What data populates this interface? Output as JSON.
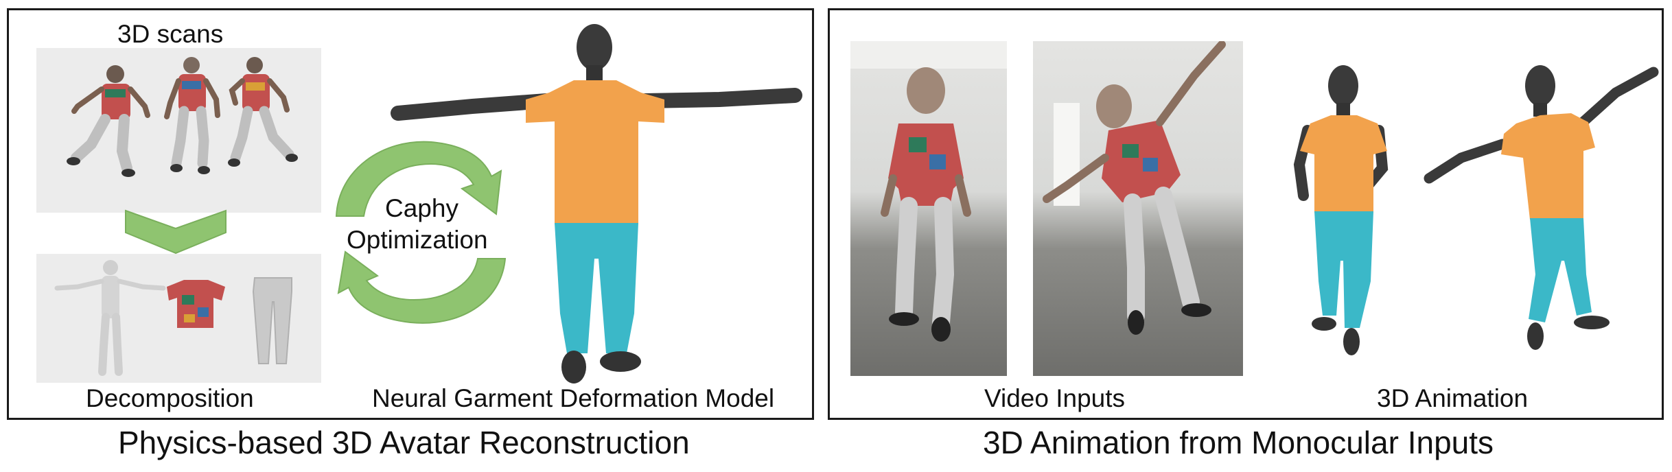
{
  "left_panel": {
    "scans_label": "3D scans",
    "decomposition_label": "Decomposition",
    "optimization_label_line1": "Caphy",
    "optimization_label_line2": "Optimization",
    "model_label": "Neural Garment Deformation Model",
    "caption": "Physics-based 3D Avatar Reconstruction"
  },
  "right_panel": {
    "video_label": "Video Inputs",
    "animation_label": "3D Animation",
    "caption": "3D Animation from Monocular Inputs"
  },
  "colors": {
    "arrow_green": "#7fb565",
    "shirt_orange": "#f2a24c",
    "pants_teal": "#3bb8c8",
    "skin_dark": "#3a3a3a",
    "scan_shirt": "#c2504e",
    "scan_pants": "#bfbfbf"
  }
}
